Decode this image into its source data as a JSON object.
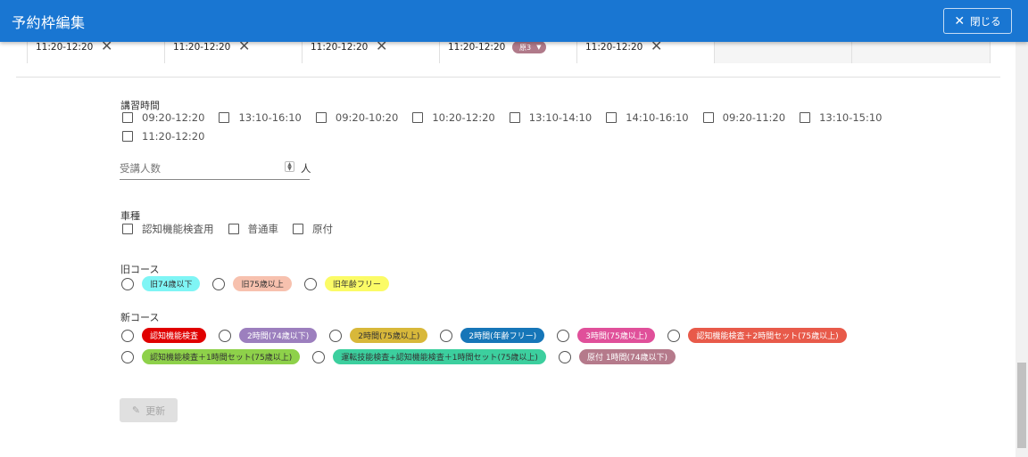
{
  "header": {
    "title": "予約枠編集",
    "close_label": "閉じる",
    "close_icon": "close-icon"
  },
  "slots": [
    {
      "time": "11:20-12:20",
      "action": "remove"
    },
    {
      "time": "11:20-12:20",
      "action": "remove"
    },
    {
      "time": "11:20-12:20",
      "action": "remove"
    },
    {
      "time": "11:20-12:20",
      "chip": "原3"
    },
    {
      "time": "11:20-12:20",
      "action": "remove"
    },
    {
      "time": ""
    },
    {
      "time": ""
    }
  ],
  "lesson_time": {
    "label": "講習時間",
    "options": [
      "09:20-12:20",
      "13:10-16:10",
      "09:20-10:20",
      "10:20-12:20",
      "13:10-14:10",
      "14:10-16:10",
      "09:20-11:20",
      "13:10-15:10",
      "11:20-12:20"
    ]
  },
  "capacity": {
    "placeholder": "受講人数",
    "unit": "人"
  },
  "vehicle": {
    "label": "車種",
    "options": [
      "認知機能検査用",
      "普通車",
      "原付"
    ]
  },
  "old_course": {
    "label": "旧コース",
    "options": [
      {
        "label": "旧74歳以下",
        "color": "#7ff5f5",
        "text_color": "#333333"
      },
      {
        "label": "旧75歳以上",
        "color": "#f7c1ae",
        "text_color": "#333333"
      },
      {
        "label": "旧年齢フリー",
        "color": "#fbfb66",
        "text_color": "#333333"
      }
    ]
  },
  "new_course": {
    "label": "新コース",
    "options": [
      {
        "label": "認知機能検査",
        "color": "#e00000",
        "text_color": "#ffffff"
      },
      {
        "label": "2時間(74歳以下)",
        "color": "#9c7fbe",
        "text_color": "#ffffff"
      },
      {
        "label": "2時間(75歳以上)",
        "color": "#d8b83a",
        "text_color": "#333333"
      },
      {
        "label": "2時間(年齢フリー)",
        "color": "#1676b8",
        "text_color": "#ffffff"
      },
      {
        "label": "3時間(75歳以上)",
        "color": "#e0509a",
        "text_color": "#ffffff"
      },
      {
        "label": "認知機能検査＋2時間セット(75歳以上)",
        "color": "#e85a4a",
        "text_color": "#ffffff"
      },
      {
        "label": "認知機能検査＋1時間セット(75歳以上)",
        "color": "#8ed14a",
        "text_color": "#333333"
      },
      {
        "label": "運転技能検査+認知機能検査＋1時間セット(75歳以上)",
        "color": "#3ccf9e",
        "text_color": "#333333"
      },
      {
        "label": "原付 1時間(74歳以下)",
        "color": "#b57a8b",
        "text_color": "#ffffff"
      }
    ]
  },
  "update_button": {
    "label": "更新",
    "icon": "pencil-icon"
  }
}
